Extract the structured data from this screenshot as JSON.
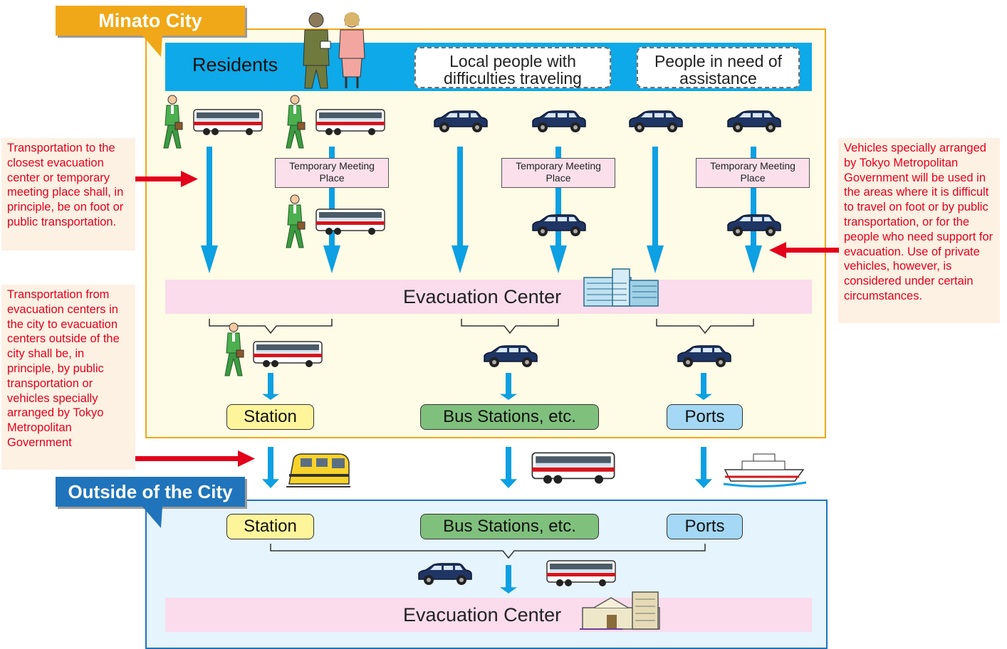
{
  "regions": {
    "city_label": "Minato City",
    "outside_label": "Outside of the City"
  },
  "residents": {
    "label": "Residents",
    "group_difficulties": "Local people with difficulties traveling",
    "group_assistance": "People in need of assistance"
  },
  "meeting_place_label": "Temporary Meeting Place",
  "evacuation_center_label": "Evacuation Center",
  "destinations": {
    "station": "Station",
    "bus_stations": "Bus Stations, etc.",
    "ports": "Ports"
  },
  "notes": {
    "left_top": "Transportation to the closest evacuation center or temporary meeting place shall, in principle, be on foot or public transportation.",
    "left_bottom": "Transportation from evacuation centers in the city to evacuation centers outside of the city shall be, in principle, by public transportation or vehicles specially arranged by Tokyo Metropolitan Government",
    "right": "Vehicles specially arranged by Tokyo Metropolitan Government will be used in the areas where it is difficult to travel on foot or by public transportation, or for the people who need support for evacuation. Use of private vehicles, however, is considered under certain circumstances."
  },
  "icons": [
    "walking-person-icon",
    "bus-icon",
    "car-icon",
    "building-icon",
    "train-icon",
    "ship-icon",
    "residents-people-icon"
  ],
  "colors": {
    "city_accent": "#f0a818",
    "outside_accent": "#1f74bb",
    "flow_arrow": "#0da0e2",
    "note_arrow": "#e3001b"
  }
}
